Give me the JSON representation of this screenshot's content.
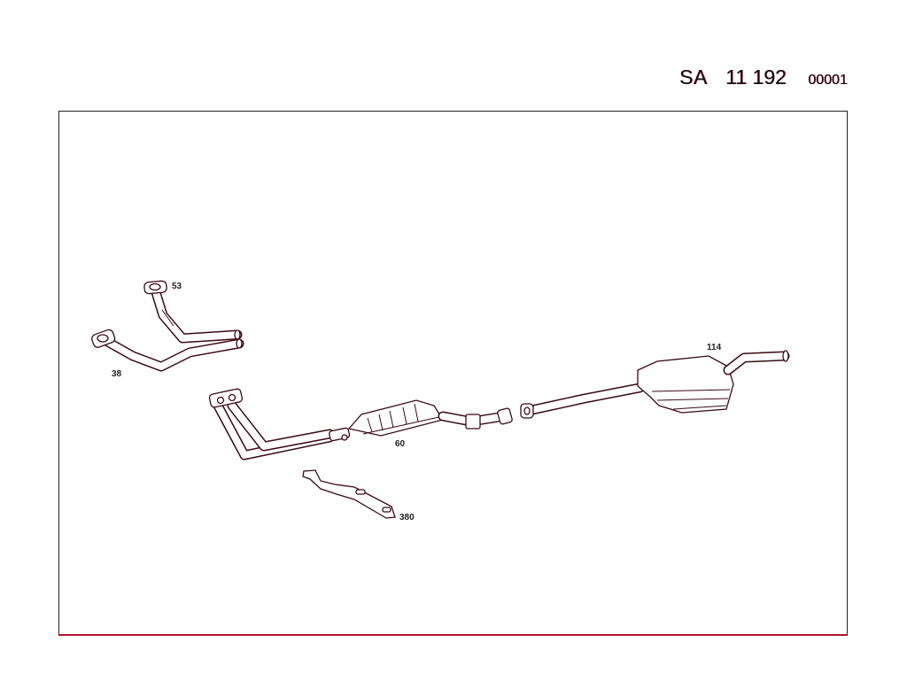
{
  "header": {
    "code": "SA",
    "number": "11 192",
    "sheet": "00001"
  },
  "parts": [
    {
      "id": "53",
      "label": "53"
    },
    {
      "id": "38",
      "label": "38"
    },
    {
      "id": "60",
      "label": "60"
    },
    {
      "id": "380",
      "label": "380"
    },
    {
      "id": "114",
      "label": "114"
    }
  ],
  "colors": {
    "line": "#2a0a12",
    "accent": "#b3122f"
  }
}
